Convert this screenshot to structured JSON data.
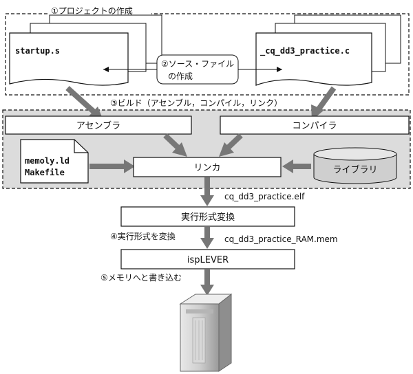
{
  "steps": {
    "create_project": "①プロジェクトの作成",
    "create_source_line1": "②ソース・ファイル",
    "create_source_line2": "の作成",
    "build": "③ビルド（アセンブル，コンパイル，リンク）",
    "convert_format": "④実行形式を変換",
    "write_memory": "⑤メモリへと書き込む"
  },
  "files": {
    "startup": "startup.s",
    "source_c": "_cq_dd3_practice.c",
    "linker_line1": "memoly.ld",
    "linker_line2": "Makefile"
  },
  "boxes": {
    "assembler": "アセンブラ",
    "compiler": "コンパイラ",
    "linker": "リンカ",
    "library": "ライブラリ",
    "converter": "実行形式変換",
    "isplever": "ispLEVER"
  },
  "outputs": {
    "elf": "cq_dd3_practice.elf",
    "mem": "cq_dd3_practice_RAM.mem"
  },
  "colors": {
    "arrow": "#777777",
    "build_area": "#dcdcdc",
    "library_fill": "#cfcfcf"
  },
  "icons": {
    "device": "fpga-board-tower-icon"
  }
}
